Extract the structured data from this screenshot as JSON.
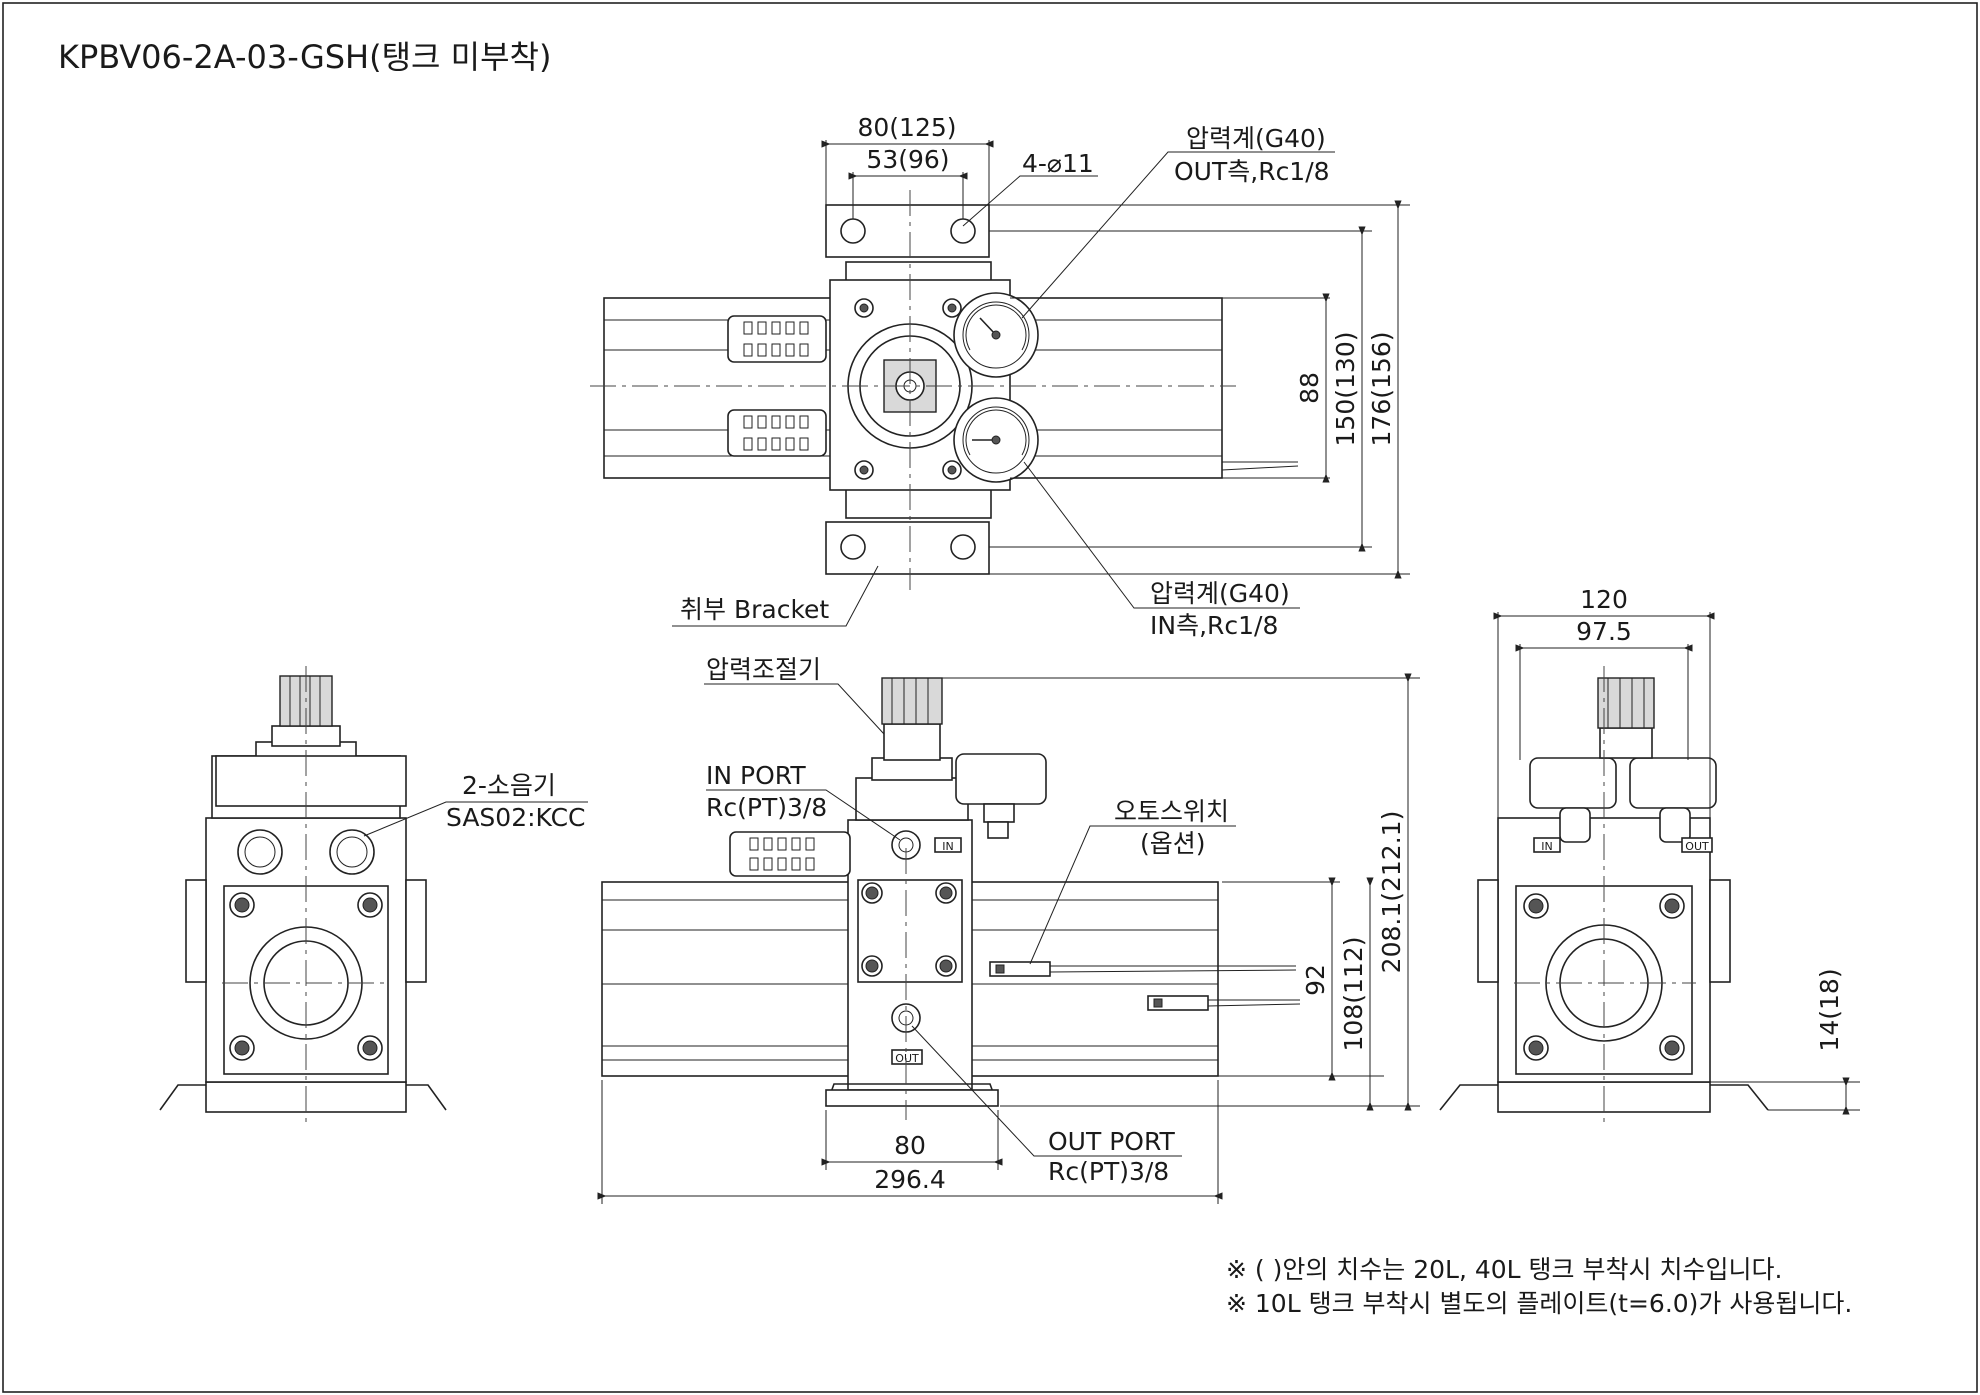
{
  "title": "KPBV06-2A-03-GSH(탱크 미부착)",
  "top_view": {
    "dim_width_outer": "80(125)",
    "dim_width_inner": "53(96)",
    "hole_spec": "4-⌀11",
    "gauge_out_label": "압력계(G40)",
    "gauge_out_port": "OUT측,Rc1/8",
    "dim_88": "88",
    "dim_150": "150(130)",
    "dim_176": "176(156)",
    "gauge_in_label": "압력계(G40)",
    "gauge_in_port": "IN측,Rc1/8",
    "bracket_label": "취부 Bracket"
  },
  "left_view": {
    "silencer_label": "2-소음기",
    "silencer_model": "SAS02:KCC"
  },
  "front_view": {
    "regulator_label": "압력조절기",
    "in_port_label": "IN PORT",
    "in_port_spec": "Rc(PT)3/8",
    "auto_switch_label": "오토스위치",
    "auto_switch_note": "(옵션)",
    "dim_92": "92",
    "dim_108": "108(112)",
    "dim_208": "208.1(212.1)",
    "dim_80": "80",
    "dim_296": "296.4",
    "out_port_label": "OUT PORT",
    "out_port_spec": "Rc(PT)3/8",
    "in_tag": "IN",
    "out_tag": "OUT"
  },
  "right_view": {
    "dim_120": "120",
    "dim_975": "97.5",
    "dim_14": "14(18)",
    "in_tag": "IN",
    "out_tag": "OUT"
  },
  "notes": [
    "※ ( )안의 치수는 20L, 40L 탱크 부착시 치수입니다.",
    "※ 10L 탱크 부착시 별도의 플레이트(t=6.0)가 사용됩니다."
  ]
}
